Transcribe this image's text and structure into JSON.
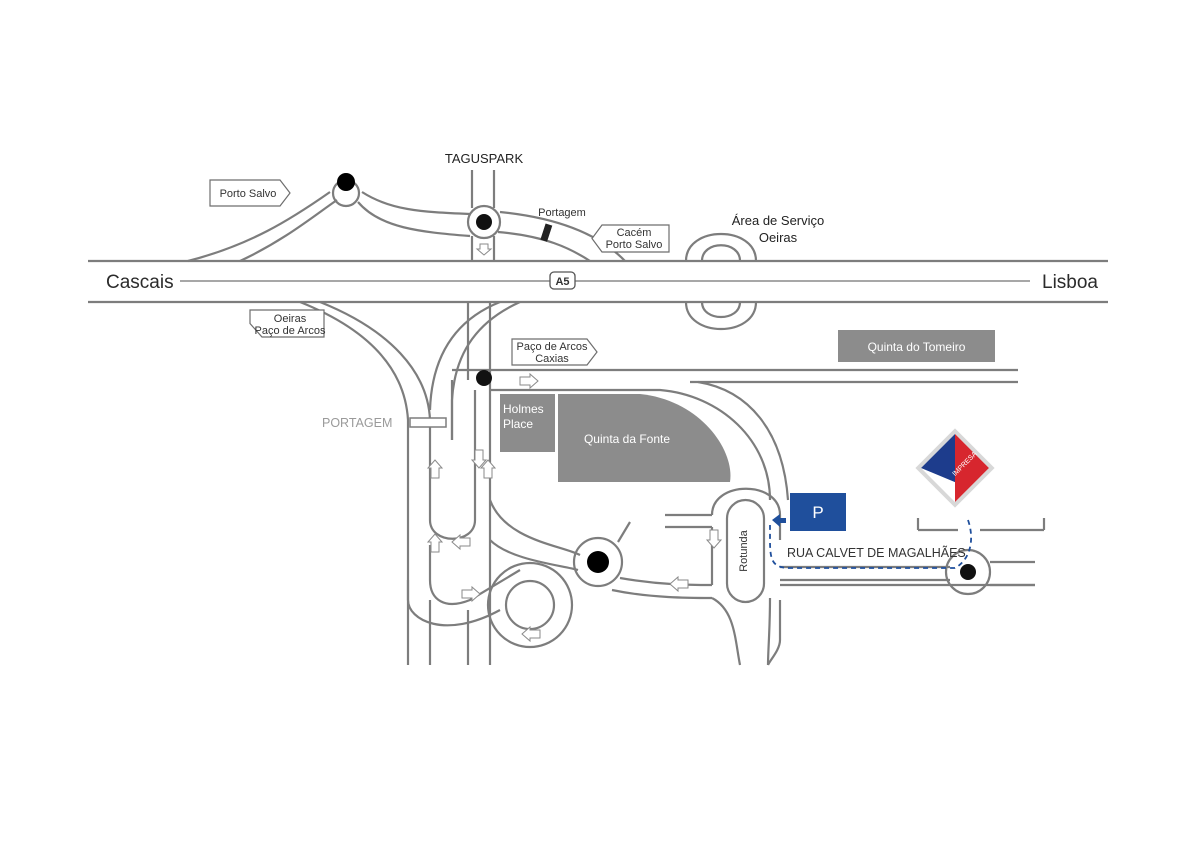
{
  "map": {
    "labels": {
      "taguspark": "TAGUSPARK",
      "cascais": "Cascais",
      "lisboa": "Lisboa",
      "motorway": "A5",
      "portagem_top": "Portagem",
      "portagem_left": "PORTAGEM",
      "area_servico_line1": "Área de Serviço",
      "area_servico_line2": "Oeiras",
      "rotunda": "Rotunda",
      "street": "RUA CALVET DE MAGALHÃES",
      "parking": "P"
    },
    "signs": {
      "porto_salvo": "Porto Salvo",
      "cacem_line1": "Cacém",
      "cacem_line2": "Porto Salvo",
      "oeiras_line1": "Oeiras",
      "oeiras_line2": "Paço de Arcos",
      "paco_line1": "Paço de Arcos",
      "paco_line2": "Caxias"
    },
    "blocks": {
      "quinta_tomeiro": "Quinta do Tomeiro",
      "holmes_line1": "Holmes",
      "holmes_line2": "Place",
      "quinta_fonte": "Quinta da Fonte"
    },
    "logo": {
      "text": "IMPRESA"
    },
    "colors": {
      "road": "#7d7d7d",
      "block": "#8c8c8c",
      "parking": "#1f4f9c",
      "route": "#1f4f9c",
      "logo_red": "#d7262e",
      "logo_blue": "#1d3c8c"
    }
  }
}
